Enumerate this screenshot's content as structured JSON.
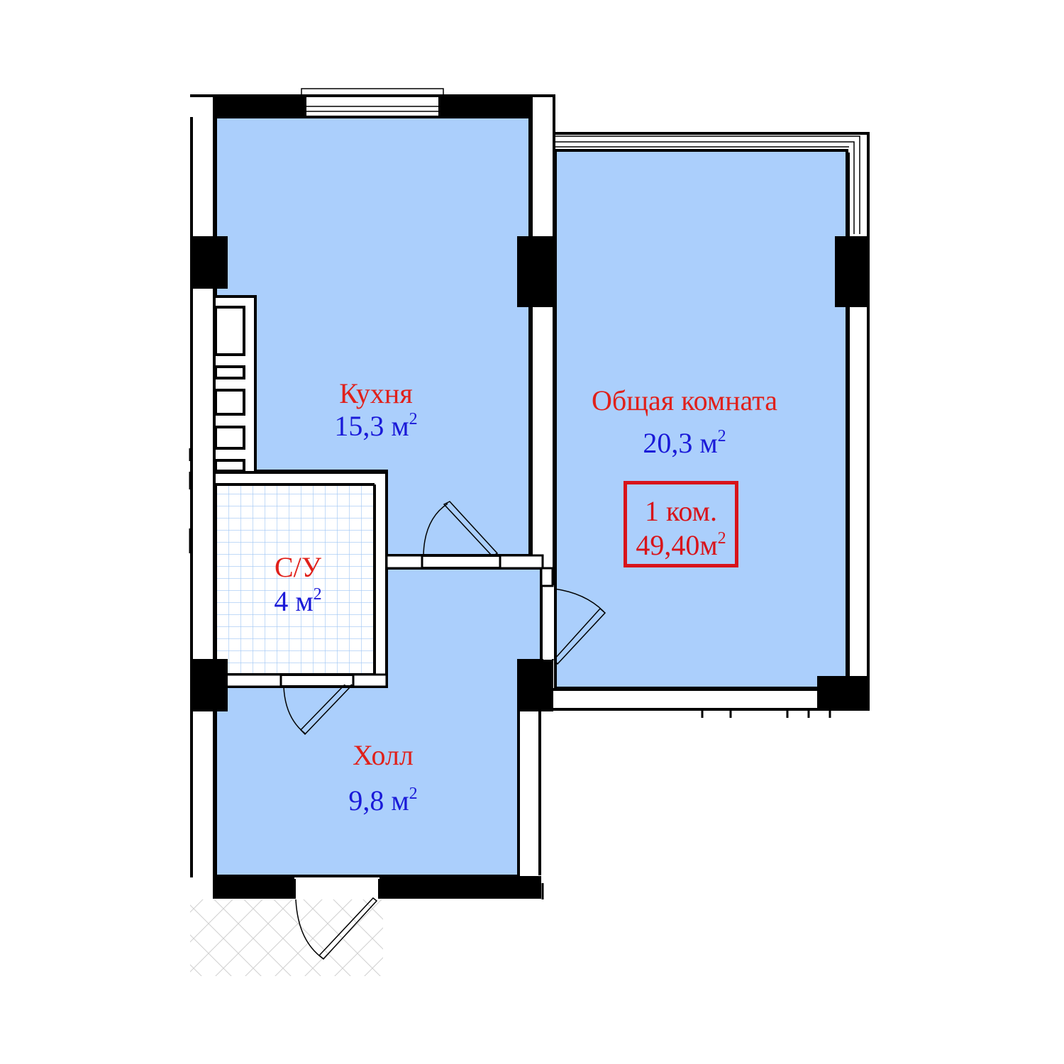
{
  "rooms": {
    "kitchen": {
      "name": "Кухня",
      "area": "15,3 м"
    },
    "living": {
      "name": "Общая комната",
      "area": "20,3 м"
    },
    "bathroom": {
      "name": "С/У",
      "area": "4 м"
    },
    "hall": {
      "name": "Холл",
      "area": "9,8 м"
    }
  },
  "summary": {
    "rooms": "1 ком.",
    "total": "49,40м"
  },
  "superscript": "2",
  "colors": {
    "room_fill": "#abcffc",
    "wall": "#000000",
    "label_red": "#e0201a",
    "area_blue": "#1a1ad8",
    "tile_grid": "#9ec5f5"
  }
}
